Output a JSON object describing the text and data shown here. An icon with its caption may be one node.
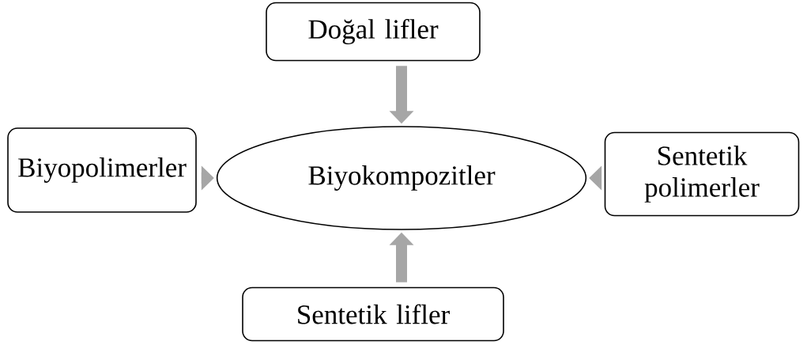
{
  "diagram": {
    "nodes": [
      {
        "text": [
          "Doğal lifler"
        ]
      },
      {
        "text": [
          "Biyopolimerler"
        ]
      },
      {
        "text": [
          "Biyokompozitler"
        ]
      },
      {
        "text": [
          "Sentetik polimerler"
        ]
      },
      {
        "text": [
          "Sentetik lifler"
        ]
      }
    ],
    "edges": [
      {
        "from": 0,
        "to": 2,
        "arrow": "to"
      },
      {
        "from": 1,
        "to": 2,
        "arrow": "to"
      },
      {
        "from": 3,
        "to": 2,
        "arrow": "to"
      },
      {
        "from": 4,
        "to": 2,
        "arrow": "to"
      }
    ]
  }
}
